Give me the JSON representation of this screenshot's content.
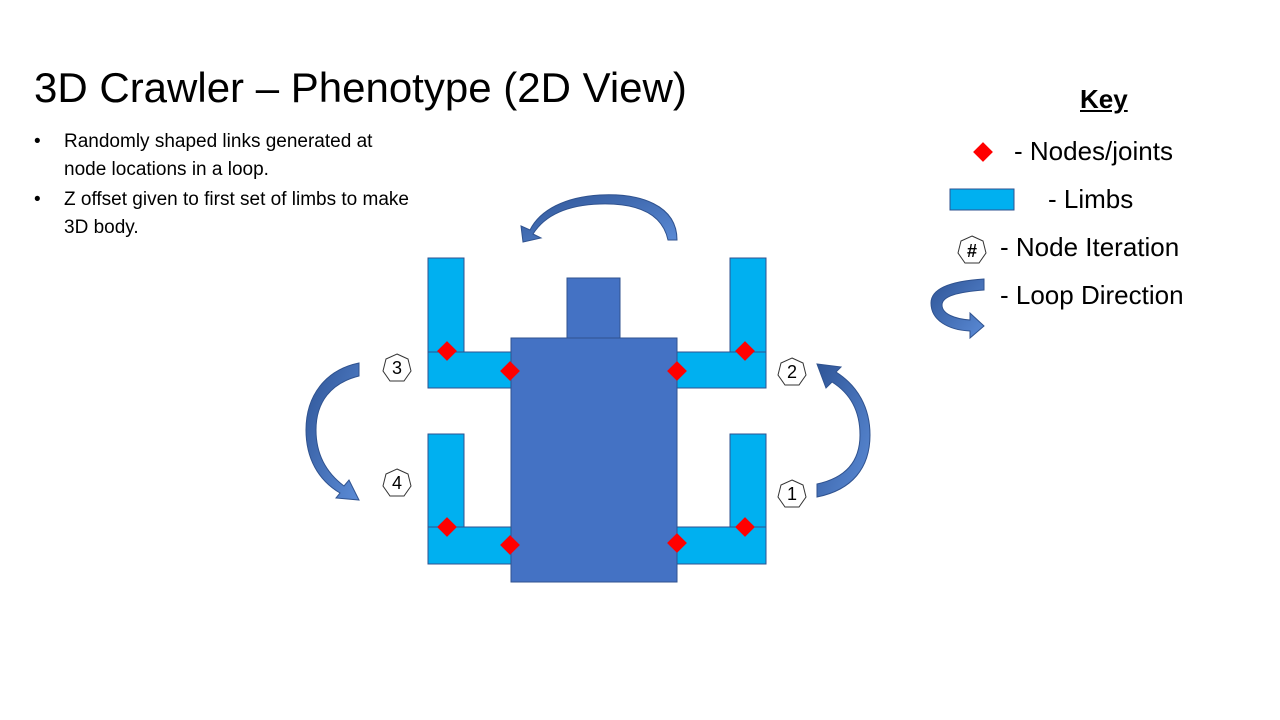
{
  "slide": {
    "title": "3D Crawler – Phenotype (2D View)",
    "bullets": [
      "Randomly shaped links generated at node locations in a loop.",
      "Z offset given to first set of limbs to make 3D body."
    ],
    "bullet_symbol": "•"
  },
  "key": {
    "title": "Key",
    "items": [
      {
        "label": "- Nodes/joints",
        "icon": "red-diamond-icon"
      },
      {
        "label": "-    Limbs",
        "icon": "limb-rectangle-icon"
      },
      {
        "label": "- Node Iteration",
        "icon": "heptagon-icon",
        "symbol": "#"
      },
      {
        "label": "- Loop Direction",
        "icon": "curved-arrow-icon"
      }
    ]
  },
  "diagram": {
    "iterations": [
      "1",
      "2",
      "3",
      "4"
    ]
  },
  "colors": {
    "body": "#4472c4",
    "limb": "#00b0f0",
    "node": "#ff0000",
    "arrow": "#4472c4",
    "outline": "#2f528f"
  }
}
